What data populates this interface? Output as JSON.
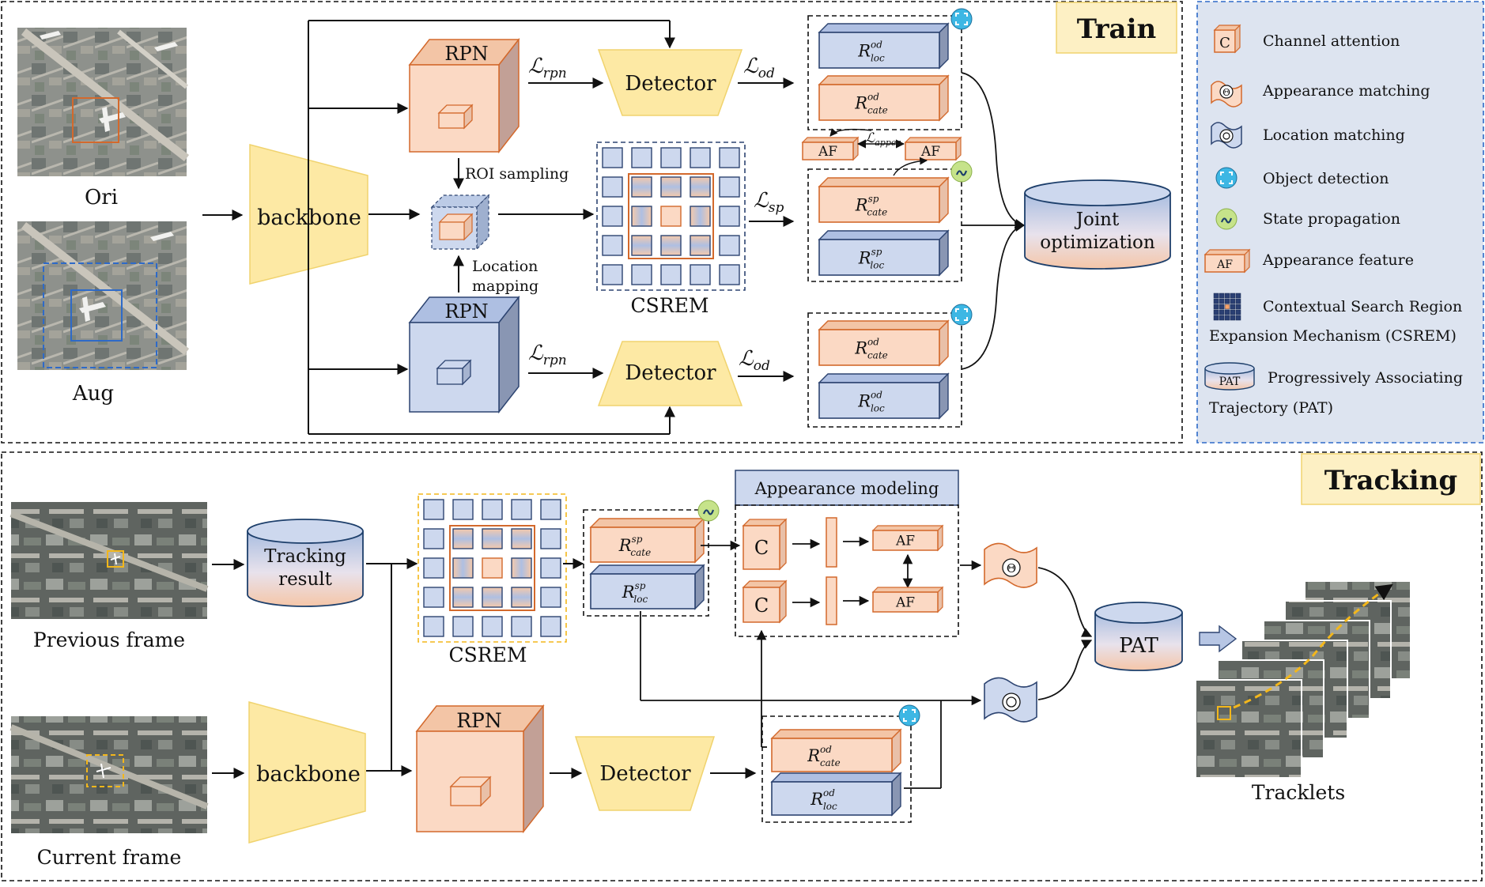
{
  "train": {
    "title": "Train",
    "ori_label": "Ori",
    "aug_label": "Aug",
    "backbone_label": "backbone",
    "rpn_top_label": "RPN",
    "rpn_bottom_label": "RPN",
    "roi_sampling_label": "ROI sampling",
    "location_mapping_line1": "Location",
    "location_mapping_line2": "mapping",
    "detector_top_label": "Detector",
    "detector_bottom_label": "Detector",
    "csrem_label": "CSREM",
    "loss_rpn_top": "ℒ",
    "loss_rpn_sub": "rpn",
    "loss_od_sub": "od",
    "loss_sp_sub": "sp",
    "loss_appea_sub": "appea",
    "af_label": "AF",
    "joint_line1": "Joint",
    "joint_line2": "optimization",
    "r_letter": "R",
    "sup_od": "od",
    "sup_sp": "sp",
    "sub_loc": "loc",
    "sub_cate": "cate"
  },
  "legend": {
    "channel_attention": "Channel attention",
    "appearance_matching": "Appearance matching",
    "location_matching": "Location matching",
    "object_detection": "Object detection",
    "state_propagation": "State propagation",
    "appearance_feature": "Appearance feature",
    "csrem_line1": "Contextual Search Region",
    "csrem_line2": "Expansion Mechanism (CSREM)",
    "pat_line1": "Progressively Associating",
    "pat_line2": "Trajectory (PAT)",
    "af_icon": "AF",
    "pat_icon": "PAT",
    "channel_icon": "C",
    "appearance_icon": "Θ"
  },
  "tracking": {
    "title": "Tracking",
    "previous_frame": "Previous frame",
    "current_frame": "Current frame",
    "tracking_result_line1": "Tracking",
    "tracking_result_line2": "result",
    "csrem_label": "CSREM",
    "backbone_label": "backbone",
    "rpn_label": "RPN",
    "detector_label": "Detector",
    "appearance_modeling": "Appearance modeling",
    "af_label": "AF",
    "pat_label": "PAT",
    "tracklets_label": "Tracklets"
  },
  "colors": {
    "orange_face": "#fbd9c4",
    "orange_edge": "#d3692c",
    "blue_face": "#cdd8ee",
    "blue_edge": "#2d4471",
    "yellow": "#fde9a4",
    "legend_bg": "#dde4f0",
    "cyan_icon": "#3db7e4",
    "green_icon": "#c6e38a"
  }
}
